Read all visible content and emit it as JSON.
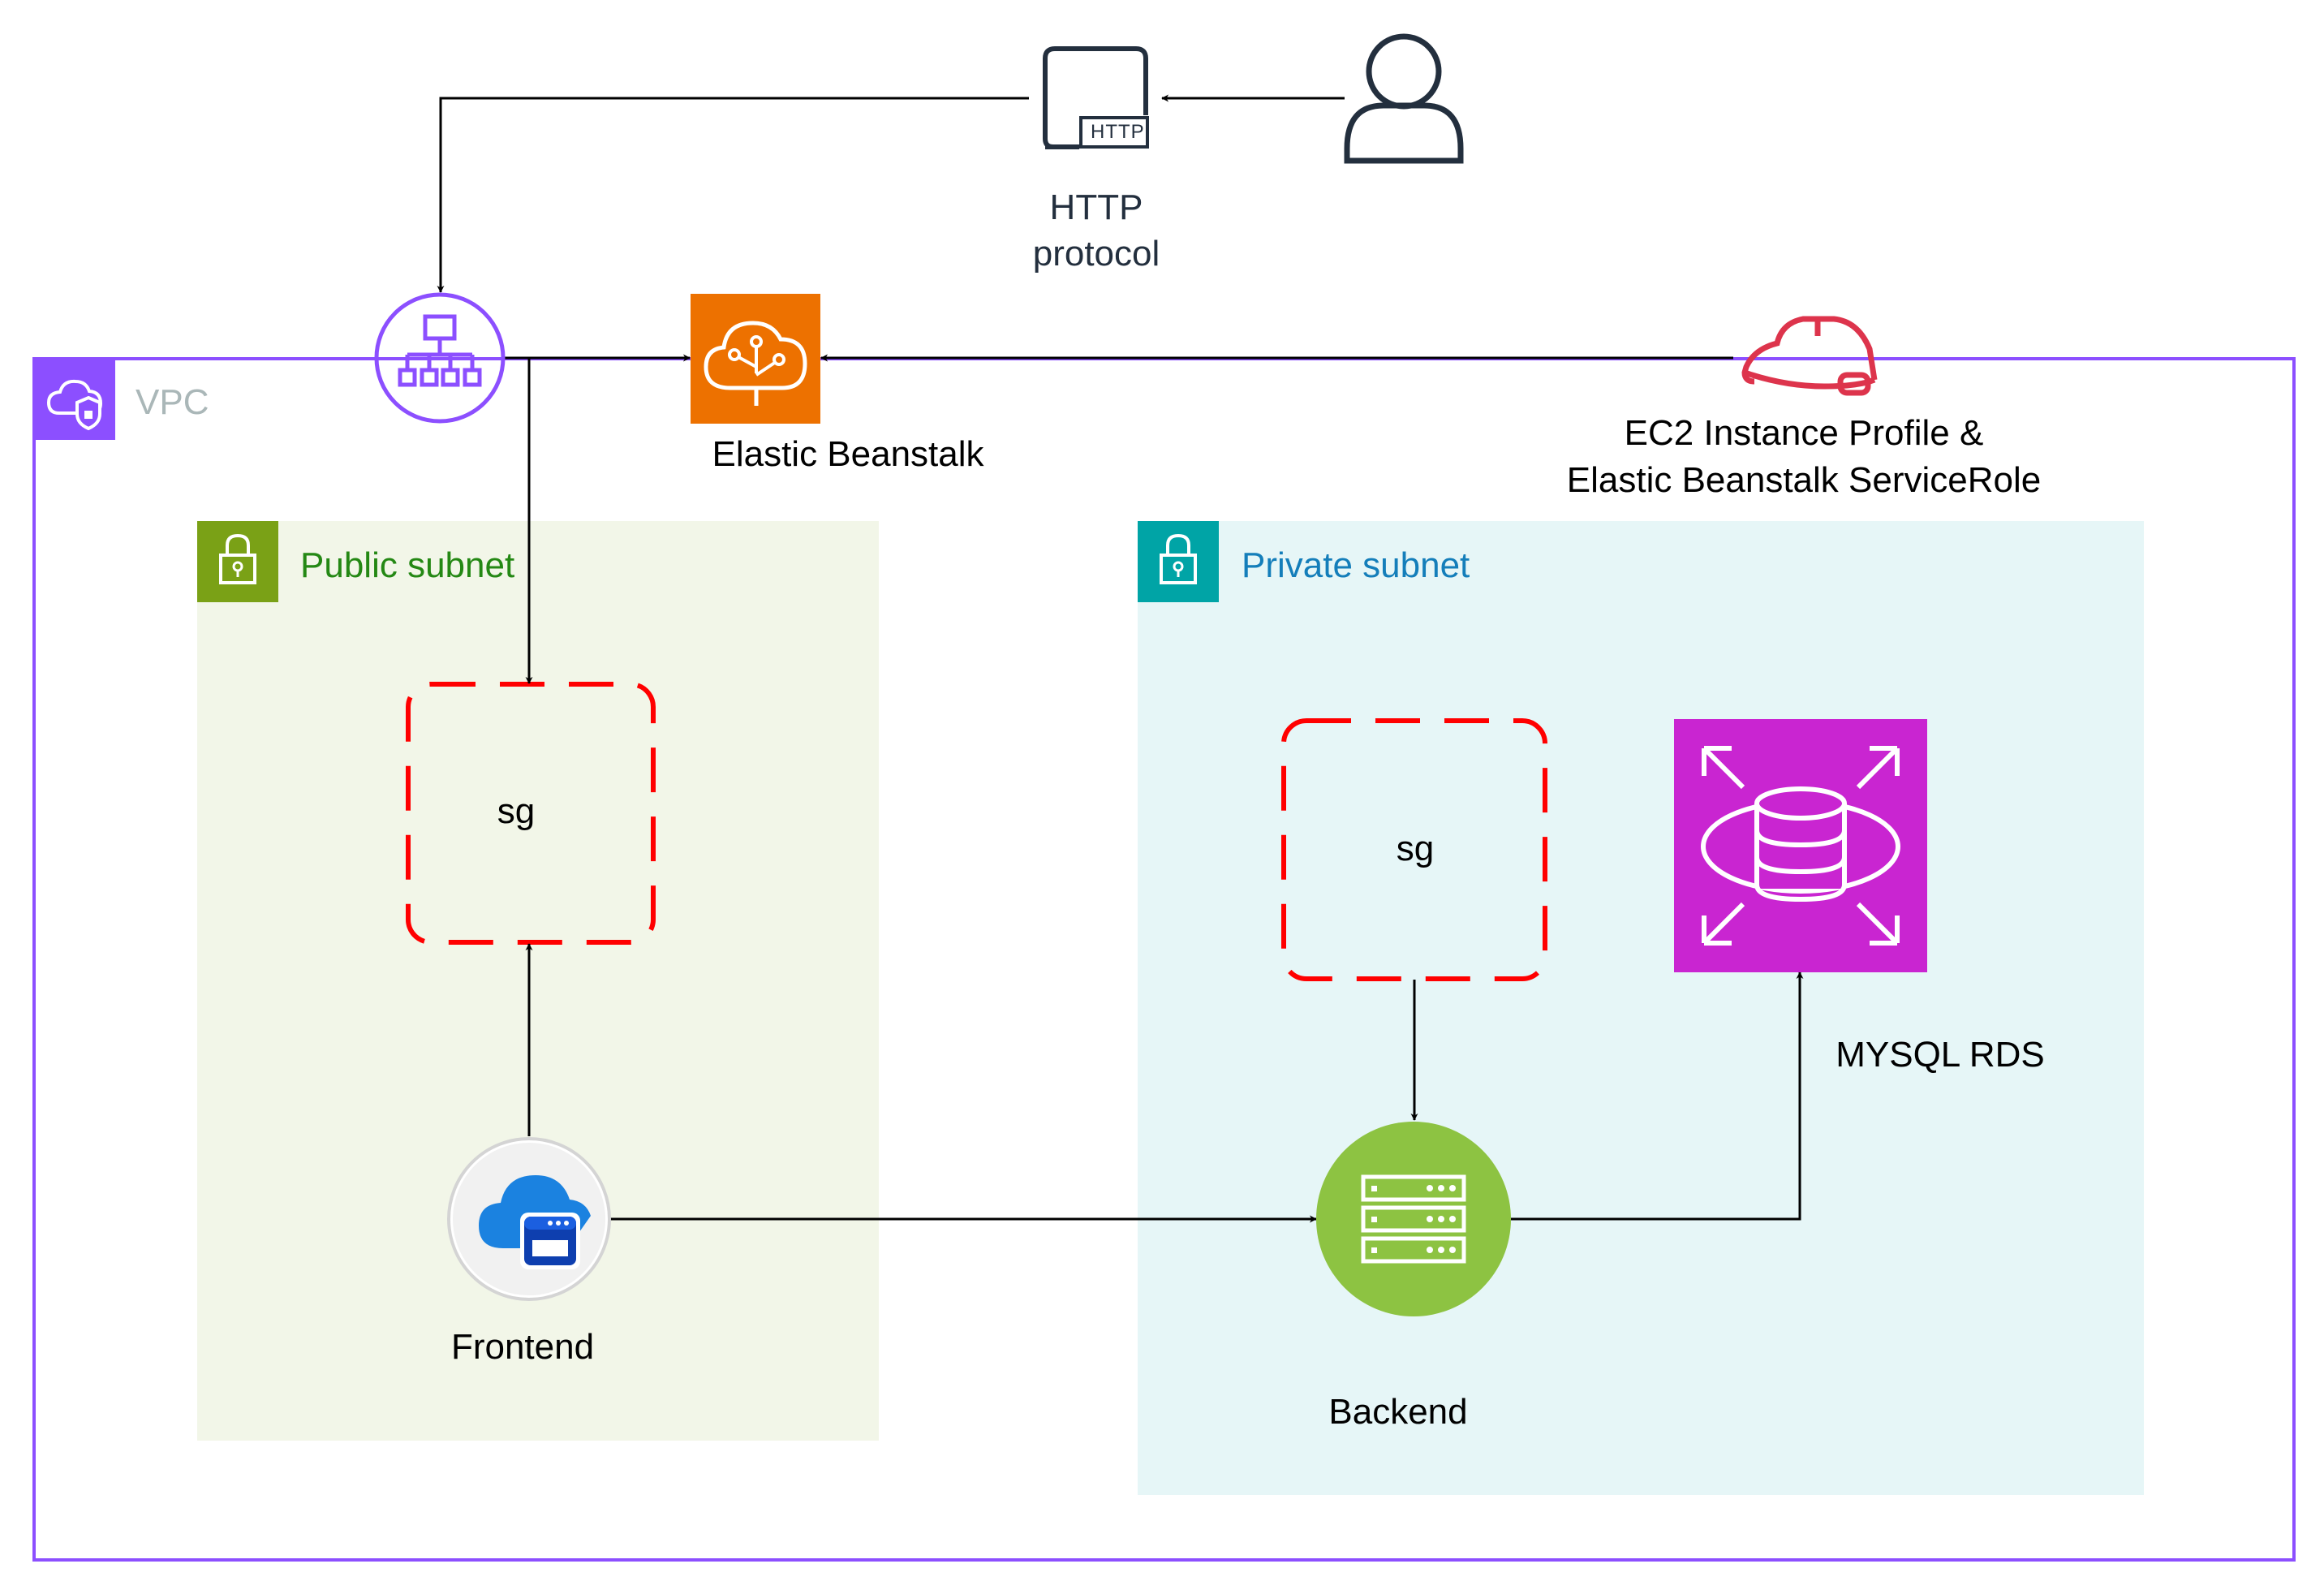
{
  "http": {
    "icon_text": "HTTP",
    "label_line1": "HTTP",
    "label_line2": "protocol"
  },
  "vpc": {
    "label": "VPC"
  },
  "beanstalk": {
    "label": "Elastic Beanstalk"
  },
  "iam": {
    "label_line1": "EC2 Instance Profile &",
    "label_line2": "Elastic Beanstalk ServiceRole"
  },
  "public_subnet": {
    "label": "Public subnet"
  },
  "private_subnet": {
    "label": "Private subnet"
  },
  "sg_public": {
    "label": "sg"
  },
  "sg_private": {
    "label": "sg"
  },
  "frontend": {
    "label": "Frontend"
  },
  "backend": {
    "label": "Backend"
  },
  "rds": {
    "label": "MYSQL RDS"
  },
  "colors": {
    "vpc_border": "#8C4FFF",
    "public_subnet_fill": "#F2F6E8",
    "public_subnet_badge": "#7AA116",
    "public_subnet_text": "#248814",
    "private_subnet_fill": "#E6F6F7",
    "private_subnet_badge": "#00A4A6",
    "private_subnet_text": "#147EBA",
    "beanstalk": "#ED7100",
    "rds": "#C925D1",
    "backend": "#8DC342",
    "sg_border": "#FF0000",
    "iam": "#DD344C"
  }
}
